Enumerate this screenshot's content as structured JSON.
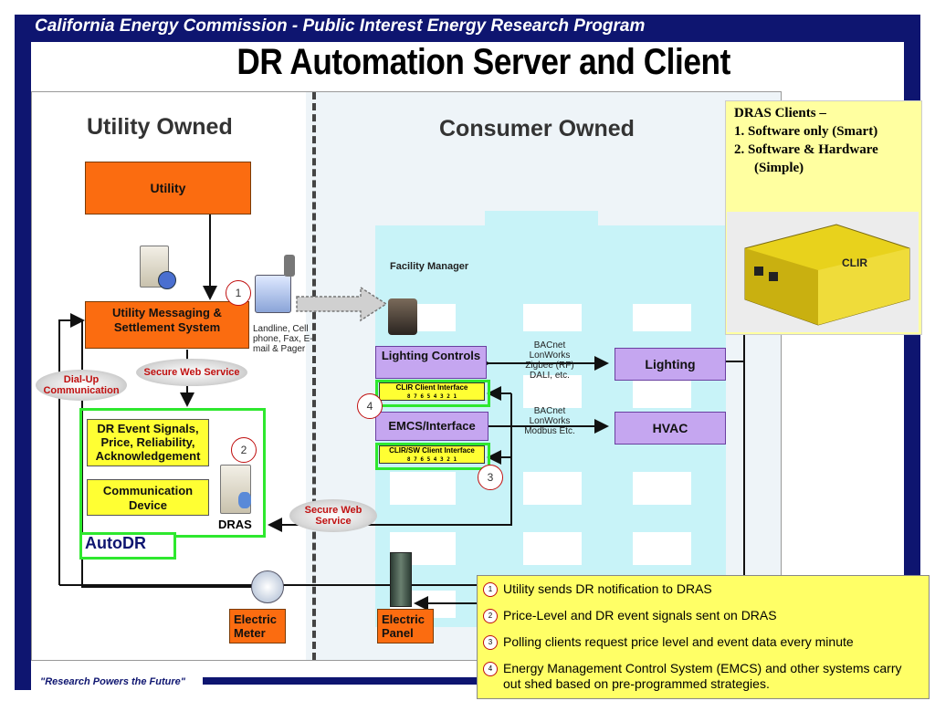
{
  "header": {
    "program": "California Energy Commission - Public Interest Energy Research Program",
    "title": "DR Automation Server and Client"
  },
  "footer": {
    "tagline": "\"Research Powers the Future\""
  },
  "diagram": {
    "utility_header": "Utility Owned",
    "consumer_header": "Consumer Owned",
    "utility_box": "Utility",
    "messaging_box": "Utility Messaging & Settlement System",
    "comm_devices_label": "Landline, Cell phone, Fax, E-mail & Pager",
    "secure_web_1": "Secure Web Service",
    "dialup": "Dial-Up Communication",
    "dr_event_box": "DR Event Signals, Price, Reliability, Acknowledgement",
    "comm_device_box": "Communication Device",
    "dras_label": "DRAS",
    "autodr_label": "AutoDR",
    "secure_web_2": "Secure Web Service",
    "facility_manager": "Facility Manager",
    "lighting_controls": "Lighting Controls",
    "clir_client": "CLIR Client Interface",
    "emcs_interface": "EMCS/Interface",
    "clir_sw_client": "CLIR/SW Client Interface",
    "protocols_1": "BACnet LonWorks Zigbee (RF) DALI, etc.",
    "protocols_2": "BACnet LonWorks Modbus Etc.",
    "lighting": "Lighting",
    "hvac": "HVAC",
    "electric_meter": "Electric Meter",
    "electric_panel": "Electric Panel",
    "bits": "8 7 6 5 4 3 2 1",
    "steps": [
      "1",
      "2",
      "3",
      "4"
    ]
  },
  "dras_clients": {
    "title": "DRAS Clients –",
    "line1": "1. Software only (Smart)",
    "line2": "2. Software & Hardware",
    "line3": "(Simple)",
    "device_brand": "CLIR"
  },
  "legend": [
    {
      "num": "1",
      "text": "Utility sends DR notification to DRAS"
    },
    {
      "num": "2",
      "text": "Price-Level and DR event signals sent on DRAS"
    },
    {
      "num": "3",
      "text": "Polling clients request price level and event data every minute"
    },
    {
      "num": "4",
      "text": "Energy Management Control System (EMCS) and other systems carry out shed based on pre-programmed strategies."
    }
  ]
}
